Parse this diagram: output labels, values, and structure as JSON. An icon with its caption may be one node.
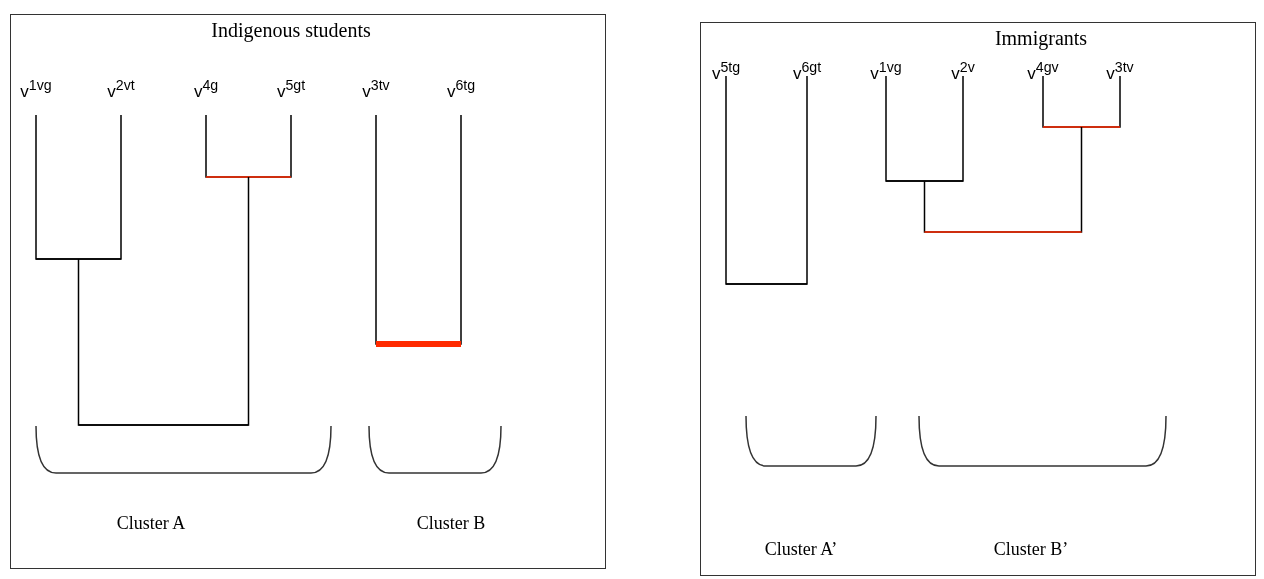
{
  "diagram": {
    "nodes": [
      {
        "text": [
          "Indigenous students"
        ]
      },
      {
        "text": [
          "Immigrants"
        ]
      }
    ],
    "labels": [
      "v$^{1vg}$",
      "v$^{2vt}$",
      "v$^{4g}$",
      "v$^{5gt}$",
      "v$^{3tv}$",
      "v$^{6tg}$",
      "Cluster A",
      "Cluster B",
      "v$^{5tg}$",
      "v$^{6gt}$",
      "v$^{1vg}$",
      "v$^{2v}$",
      "v$^{4gv}$",
      "v$^{3tv}$",
      "Cluster A’",
      "Cluster B’"
    ]
  }
}
